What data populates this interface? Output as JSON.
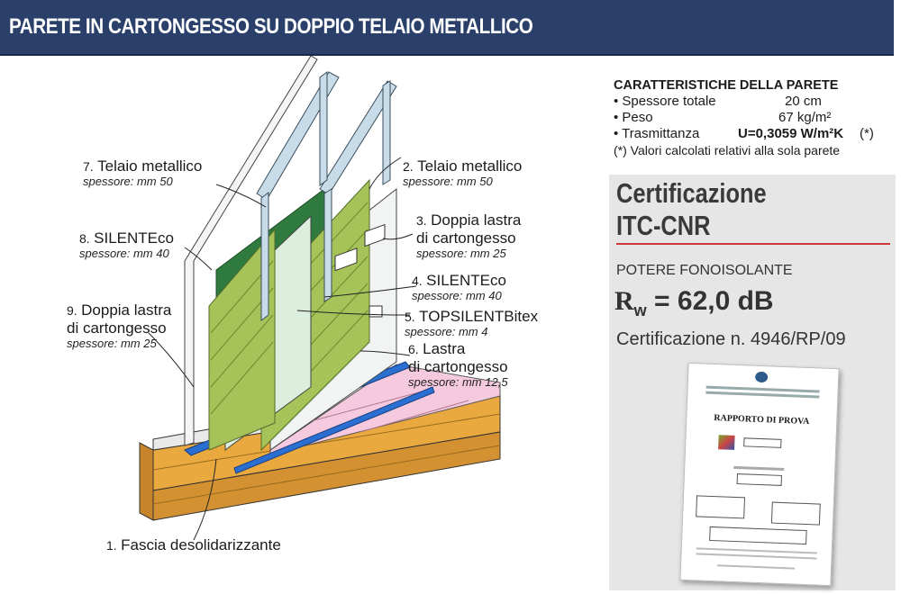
{
  "header": {
    "title": "PARETE IN CARTONGESSO SU DOPPIO TELAIO METALLICO"
  },
  "labels": {
    "l7": {
      "num": "7.",
      "name": "Telaio metallico",
      "sub": "spessore: mm 50"
    },
    "l8": {
      "num": "8.",
      "name": "SILENTEco",
      "sub": "spessore: mm 40"
    },
    "l9": {
      "num": "9.",
      "name1": "Doppia lastra",
      "name2": "di cartongesso",
      "sub": "spessore: mm 25"
    },
    "l2": {
      "num": "2.",
      "name": "Telaio metallico",
      "sub": "spessore: mm 50"
    },
    "l3": {
      "num": "3.",
      "name1": "Doppia lastra",
      "name2": "di cartongesso",
      "sub": "spessore: mm 25"
    },
    "l4": {
      "num": "4.",
      "name": "SILENTEco",
      "sub": "spessore: mm 40"
    },
    "l5": {
      "num": "5.",
      "name": "TOPSILENTBitex",
      "sub": "spessore: mm 4"
    },
    "l6": {
      "num": "6.",
      "name1": "Lastra",
      "name2": "di cartongesso",
      "sub": "spessore: mm 12,5"
    },
    "l1": {
      "num": "1.",
      "name": "Fascia desolidarizzante"
    }
  },
  "properties": {
    "title": "CARATTERISTICHE DELLA PARETE",
    "rows": [
      {
        "key": "• Spessore totale",
        "value": "20 cm"
      },
      {
        "key": "• Peso",
        "value": "67 kg/m²"
      },
      {
        "key": "• Trasmittanza",
        "value": "U=0,3059 W/m²K",
        "suffix": "(*)"
      }
    ],
    "note": "(*) Valori calcolati relativi alla sola parete"
  },
  "certification": {
    "title1": "Certificazione",
    "title2": "ITC-CNR",
    "subtitle": "POTERE FONOISOLANTE",
    "rw_symbol": "R",
    "rw_sub": "w",
    "rw_value": "= 62,0 dB",
    "number": "Certificazione n. 4946/RP/09",
    "document_title": "RAPPORTO DI PROVA"
  },
  "colors": {
    "header_bg": "#2a3f6a",
    "accent_red": "#d23a3a",
    "green_panel": "#2f7a3f",
    "mint_board": "#dceedd",
    "insulation": "#a6c35a",
    "floor_pink": "#f4c6d8",
    "blue_strip": "#2a6fd1",
    "wood_base": "#d9a44a",
    "steel": "#c7dbe8"
  }
}
